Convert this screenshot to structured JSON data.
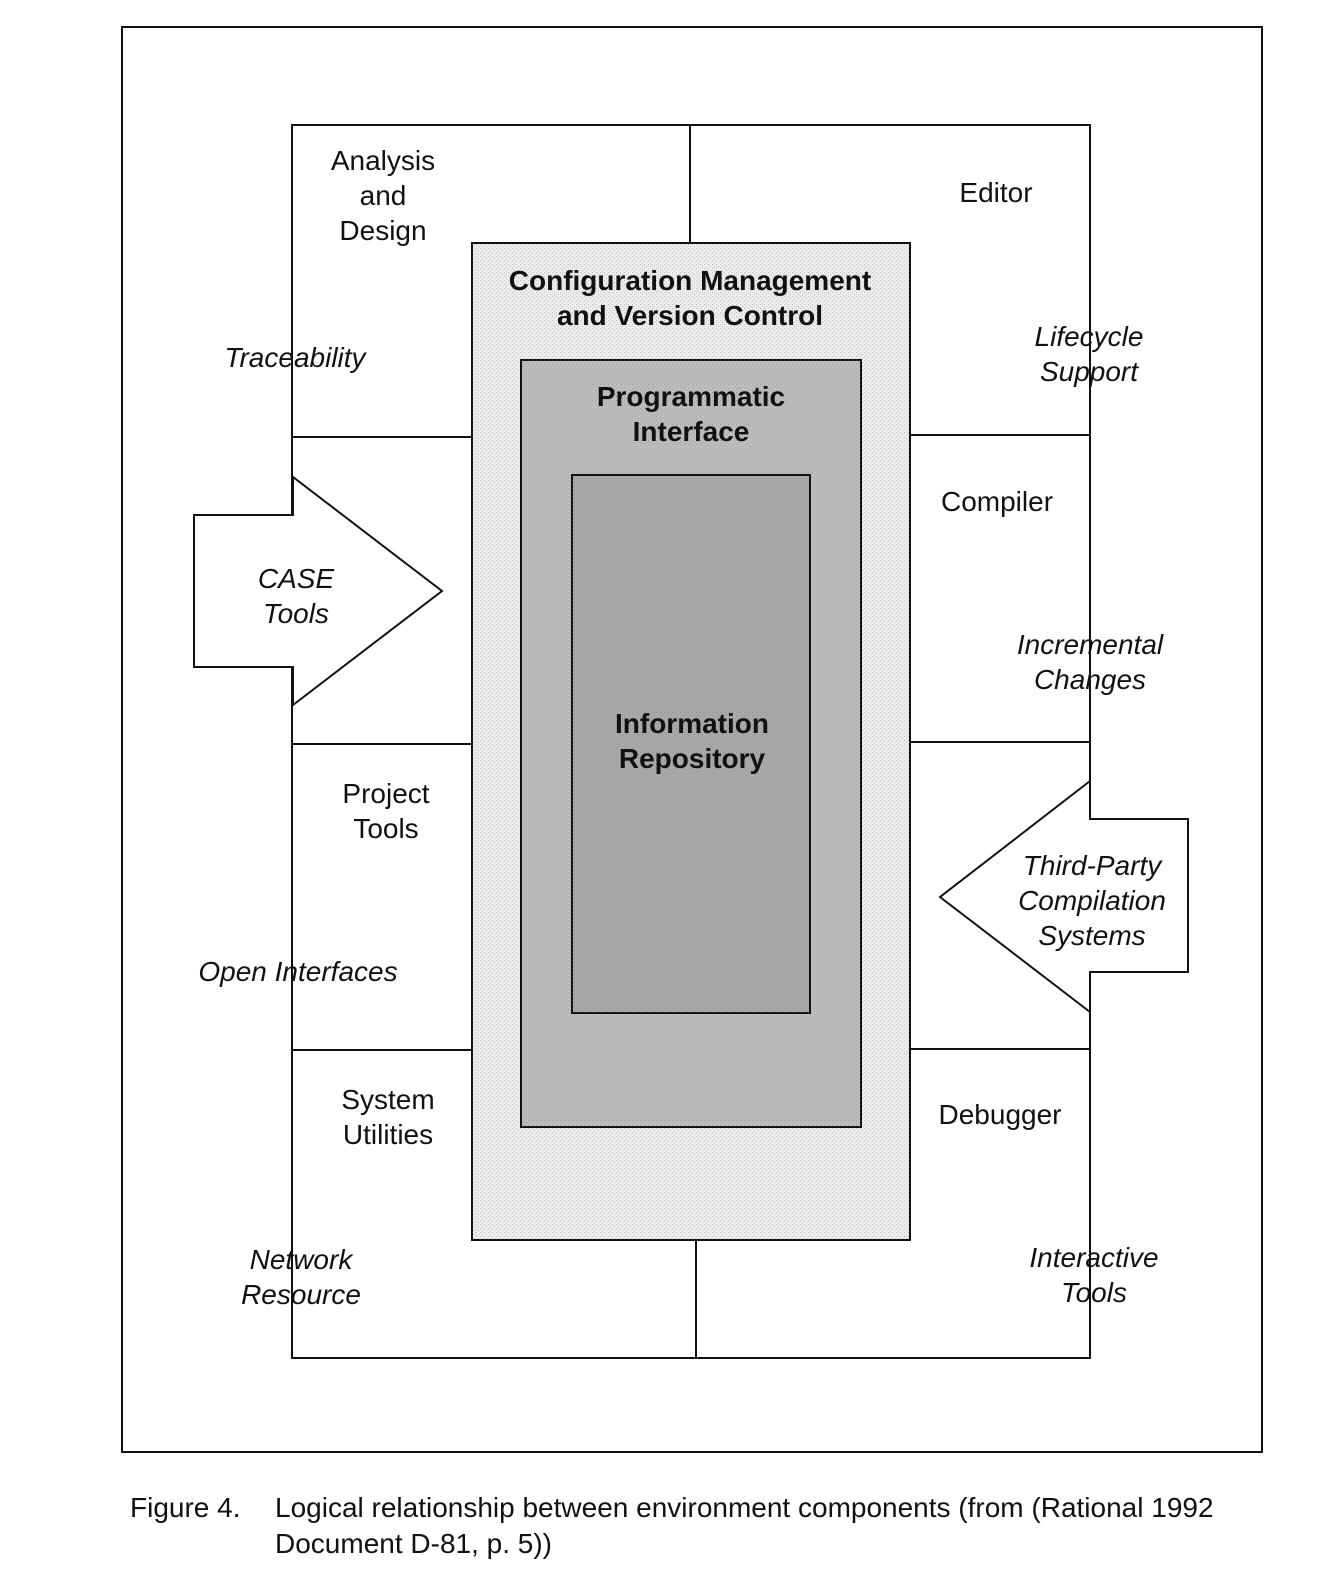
{
  "diagram": {
    "center": {
      "title_line1": "Configuration Management",
      "title_line2": "and Version Control",
      "interface_line1": "Programmatic",
      "interface_line2": "Interface",
      "repository_line1": "Information",
      "repository_line2": "Repository"
    },
    "left": {
      "analysis_line1": "Analysis",
      "analysis_line2": "and",
      "analysis_line3": "Design",
      "traceability": "Traceability",
      "case_line1": "CASE",
      "case_line2": "Tools",
      "project_line1": "Project",
      "project_line2": "Tools",
      "open_interfaces": "Open Interfaces",
      "system_line1": "System",
      "system_line2": "Utilities",
      "network_line1": "Network",
      "network_line2": "Resource"
    },
    "right": {
      "editor": "Editor",
      "lifecycle_line1": "Lifecycle",
      "lifecycle_line2": "Support",
      "compiler": "Compiler",
      "incremental_line1": "Incremental",
      "incremental_line2": "Changes",
      "thirdparty_line1": "Third-Party",
      "thirdparty_line2": "Compilation",
      "thirdparty_line3": "Systems",
      "debugger": "Debugger",
      "interactive_line1": "Interactive",
      "interactive_line2": "Tools"
    },
    "colors": {
      "outer_shade": "#ececec",
      "middle_shade": "#bdbdbd",
      "inner_shade": "#a9a9a9"
    }
  },
  "caption": {
    "figure_number": "Figure 4.",
    "line1": "Logical relationship between environment components (from (Rational 1992",
    "line2": "Document D-81, p. 5))"
  }
}
